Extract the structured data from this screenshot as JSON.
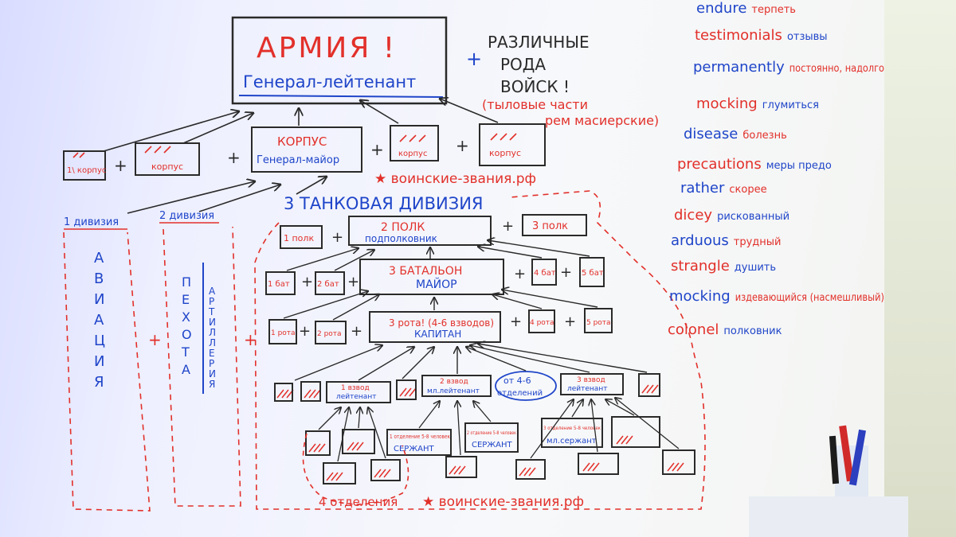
{
  "colors": {
    "red": "#e2302a",
    "blue": "#1f45c9",
    "black": "#2a2a2a",
    "orange": "#f08a2c"
  },
  "top": {
    "army": "АРМИЯ !",
    "army_rank": "Генерал-лейтенант",
    "plus": "+",
    "various_lines": [
      "РАЗЛИЧНЫЕ",
      "РОДА",
      "ВОЙСК !"
    ],
    "rear_lines": [
      "(тыловые части",
      "рем масиерские)"
    ]
  },
  "corps": {
    "left1": "1\\ корпус",
    "left2": "корпус",
    "main": "КОРПУС",
    "main_rank": "Генерал-майор",
    "right1": "корпус",
    "right2": "корпус"
  },
  "site_mark": "★ воинские-звания.рф",
  "division": {
    "title": "3 ТАНКОВАЯ ДИВИЗИЯ",
    "div1": "1 дивизия",
    "div2": "2 дивизия"
  },
  "aviation_letters": [
    "А",
    "В",
    "И",
    "А",
    "Ц",
    "И",
    "Я"
  ],
  "infantry_letters": [
    "П",
    "Е",
    "Х",
    "О",
    "Т",
    "А"
  ],
  "artillery_letters": [
    "А",
    "Р",
    "Т",
    "И",
    "Л",
    "Л",
    "Е",
    "Р",
    "И",
    "Я"
  ],
  "regiments": {
    "r1": "1 полк",
    "r2": "2 ПОЛК",
    "r2_rank": "подполковник",
    "r3": "3 полк"
  },
  "battalions": {
    "b1": "1 бат",
    "b2": "2 бат",
    "b3": "3 БАТАЛЬОН",
    "b3_rank": "МАЙОР",
    "b4": "4 бат",
    "b5": "5 бат"
  },
  "companies": {
    "c1": "1 рота",
    "c2": "2 рота",
    "c3": "3 рота! (4-6 взводов)",
    "c3_rank": "КАПИТАН",
    "c4": "4 рота",
    "c5": "5 рота"
  },
  "platoons": {
    "p1": "1 взвод",
    "p1_rank": "лейтенант",
    "p2": "2 взвод",
    "p2_rank": "мл.лейтенант",
    "from": "от 4-6",
    "from2": "отделений",
    "p3": "3 взвод",
    "p3_rank": "лейтенант"
  },
  "squads": {
    "s1": "1 отделение 5-8 человек",
    "s1_rank": "СЕРЖАНТ",
    "s2": "2 отделение 5-8 человек",
    "s2_rank": "СЕРЖАНТ",
    "s3": "3 отделение 5-8 человек",
    "s3_rank": "мл.сержант",
    "caption": "4 отделения"
  },
  "vocab": [
    {
      "en": "endure",
      "ru": "терпеть"
    },
    {
      "en": "testimonials",
      "ru": "отзывы"
    },
    {
      "en": "permanently",
      "ru": "постоянно, надолго"
    },
    {
      "en": "mocking",
      "ru": "глумиться"
    },
    {
      "en": "disease",
      "ru": "болезнь"
    },
    {
      "en": "precautions",
      "ru": "меры предо"
    },
    {
      "en": "rather",
      "ru": "скорее"
    },
    {
      "en": "dicey",
      "ru": "рискованный"
    },
    {
      "en": "arduous",
      "ru": "трудный"
    },
    {
      "en": "strangle",
      "ru": "душить"
    },
    {
      "en": "mocking",
      "ru": "издевающийся (насмешливый)"
    },
    {
      "en": "colonel",
      "ru": "полковник"
    }
  ]
}
